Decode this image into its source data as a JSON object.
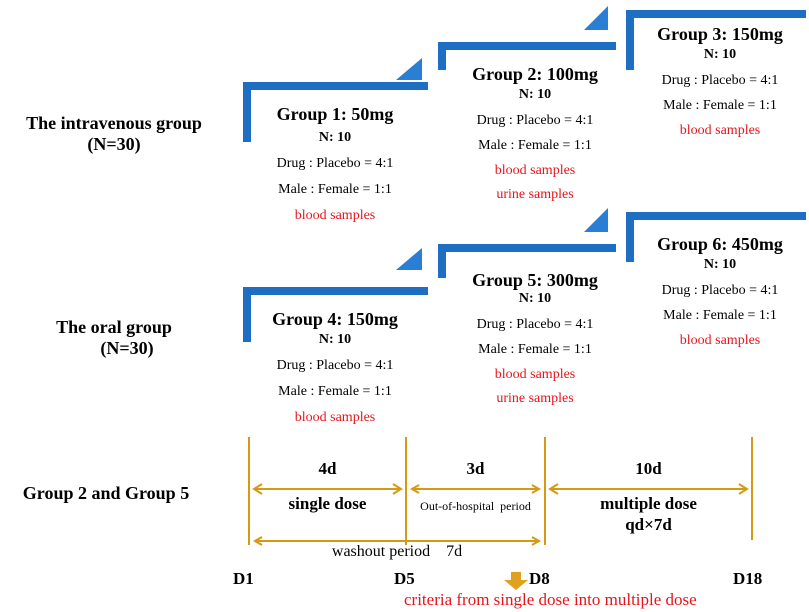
{
  "row_labels": {
    "intravenous": [
      "The intravenous group",
      "(N=30)"
    ],
    "oral": [
      "The oral group",
      "(N=30)"
    ],
    "timeline": "Group 2 and Group 5"
  },
  "groups": [
    {
      "title": "Group 1: 50mg",
      "n": "N: 10",
      "ratio": "Drug : Placebo = 4:1",
      "sex": "Male : Female = 1:1",
      "samples": [
        "blood samples"
      ]
    },
    {
      "title": "Group 2: 100mg",
      "n": "N: 10",
      "ratio": "Drug : Placebo = 4:1",
      "sex": "Male : Female = 1:1",
      "samples": [
        "blood samples",
        "urine samples"
      ]
    },
    {
      "title": "Group 3: 150mg",
      "n": "N: 10",
      "ratio": "Drug : Placebo = 4:1",
      "sex": "Male : Female = 1:1",
      "samples": [
        "blood samples"
      ]
    },
    {
      "title": "Group 4: 150mg",
      "n": "N: 10",
      "ratio": "Drug : Placebo = 4:1",
      "sex": "Male : Female = 1:1",
      "samples": [
        "blood samples"
      ]
    },
    {
      "title": "Group 5: 300mg",
      "n": "N: 10",
      "ratio": "Drug : Placebo = 4:1",
      "sex": "Male : Female = 1:1",
      "samples": [
        "blood samples",
        "urine samples"
      ]
    },
    {
      "title": "Group 6: 450mg",
      "n": "N: 10",
      "ratio": "Drug : Placebo = 4:1",
      "sex": "Male : Female = 1:1",
      "samples": [
        "blood samples"
      ]
    }
  ],
  "timeline": {
    "periods": [
      {
        "duration": "4d",
        "label": "single dose"
      },
      {
        "duration": "3d",
        "label": "Out-of-hospital  period"
      },
      {
        "duration": "10d",
        "label": "multiple dose",
        "sublabel": "qd×7d"
      }
    ],
    "washout": "washout period    7d",
    "days": [
      "D1",
      "D5",
      "D8",
      "D18"
    ],
    "criteria": "criteria from single dose into multiple dose"
  },
  "colors": {
    "step_blue": "#1f73c8",
    "timeline_gold": "#d49a14",
    "red_text": "#e8141b",
    "arrow_gold": "#e0a020"
  }
}
